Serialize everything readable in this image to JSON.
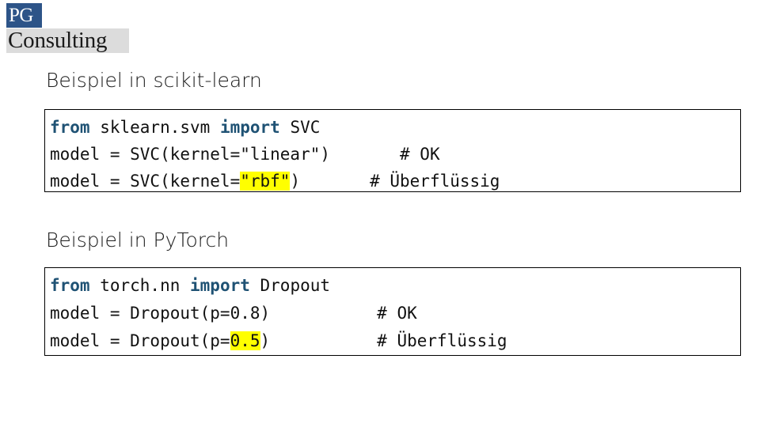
{
  "logo": {
    "mark_text": "PG",
    "word_text": "Consulting",
    "mark_color": "#2d5488",
    "word_bg_color": "#dcdcdc"
  },
  "theme": {
    "keyword_color": "#1f5274",
    "highlight_color": "#ffff00",
    "text_color": "#111111",
    "border_color": "#000000",
    "background": "#ffffff"
  },
  "sections": [
    {
      "heading": "Beispiel in scikit-learn",
      "code": {
        "lines": [
          {
            "keyword_1": "from",
            "mid": " sklearn.svm ",
            "keyword_2": "import",
            "tail": " SVC",
            "comment": ""
          },
          {
            "code": "model = SVC(kernel=\"linear\")",
            "highlight": "",
            "after": "",
            "comment": "# OK"
          },
          {
            "code": "model = SVC(kernel=",
            "highlight": "\"rbf\"",
            "after": ")",
            "comment": "# Überflüssig"
          }
        ]
      }
    },
    {
      "heading": "Beispiel in PyTorch",
      "code": {
        "lines": [
          {
            "keyword_1": "from",
            "mid": " torch.nn ",
            "keyword_2": "import",
            "tail": " Dropout",
            "comment": ""
          },
          {
            "code": "model = Dropout(p=0.8)",
            "highlight": "",
            "after": "",
            "comment": "# OK"
          },
          {
            "code": "model = Dropout(p=",
            "highlight": "0.5",
            "after": ")",
            "comment": "# Überflüssig"
          }
        ]
      }
    }
  ]
}
